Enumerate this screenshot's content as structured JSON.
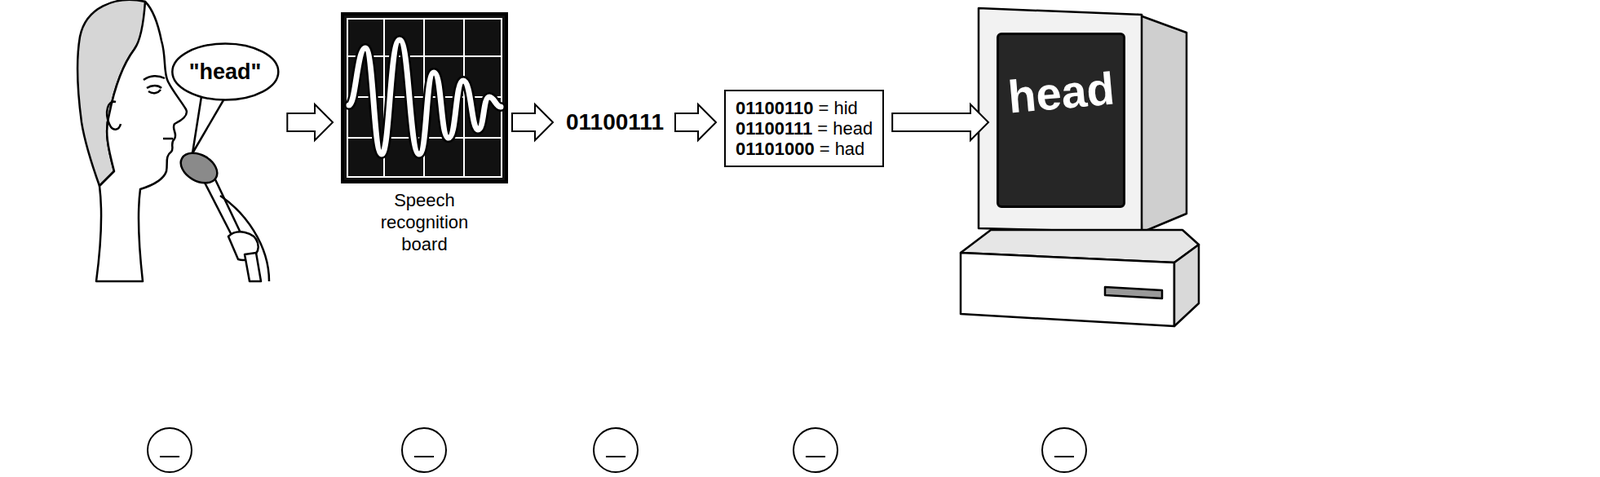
{
  "diagram": {
    "nodes": [
      {
        "text": [
          "\"head\""
        ]
      },
      {
        "text": [
          "Speech recognition board"
        ]
      },
      {
        "text": [
          "01100110",
          "= hid",
          "01100111",
          "= head",
          "01101000",
          "= had"
        ]
      },
      {
        "text": [
          "head"
        ]
      }
    ],
    "edges": [
      {
        "from": 0,
        "to": 1,
        "arrow": "to"
      },
      {
        "from": 2,
        "to": 3,
        "arrow": "to"
      }
    ],
    "labels": [
      "01100111"
    ]
  }
}
